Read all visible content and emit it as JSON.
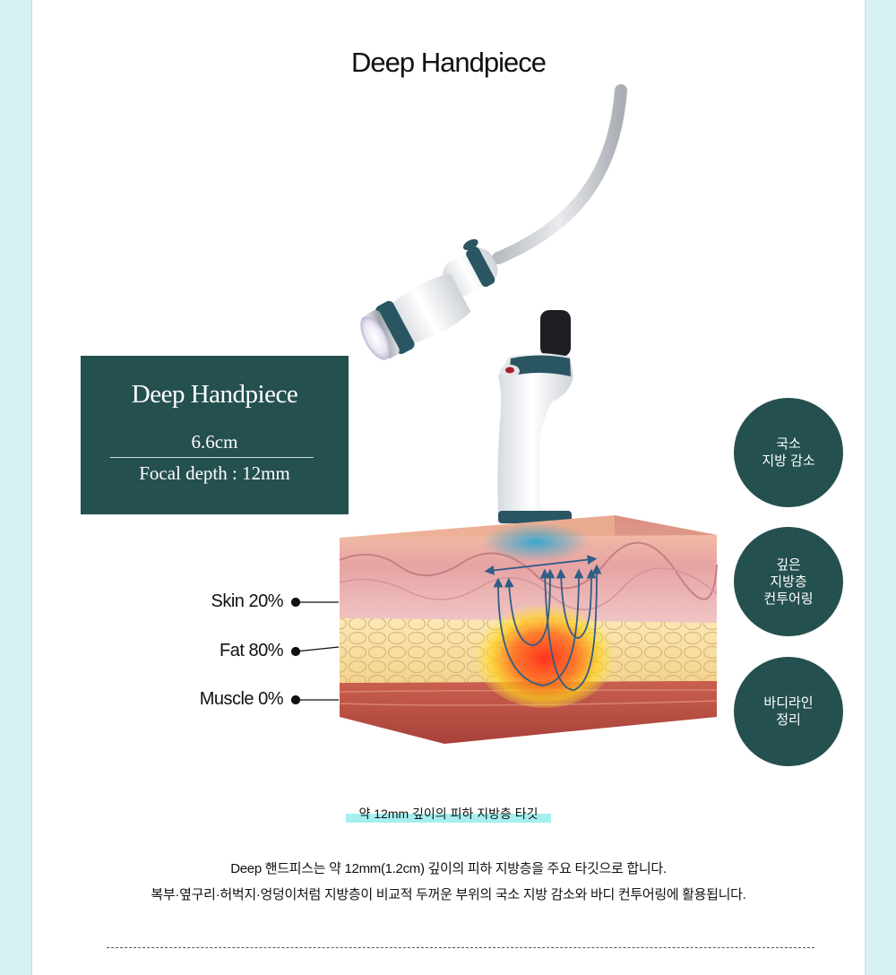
{
  "title": "Deep Handpiece",
  "spec": {
    "name": "Deep Handpiece",
    "size": "6.6cm",
    "focal_depth": "Focal depth : 12mm"
  },
  "layers": [
    {
      "label": "Skin 20%"
    },
    {
      "label": "Fat 80%"
    },
    {
      "label": "Muscle 0%"
    }
  ],
  "badges": [
    {
      "text": "국소\n지방 감소"
    },
    {
      "text": "깊은\n지방층\n컨투어링"
    },
    {
      "text": "바디라인\n정리"
    }
  ],
  "caption": "약 12mm 깊이의 피하 지방층 타깃",
  "description": [
    "Deep 핸드피스는 약 12mm(1.2cm) 깊이의 피하 지방층을 주요 타깃으로 합니다.",
    "복부·옆구리·허벅지·엉덩이처럼 지방층이 비교적 두꺼운 부위의 국소 지방 감소와 바디 컨투어링에 활용됩니다."
  ],
  "colors": {
    "brand": "#24504f",
    "highlight": "#a6efef",
    "background": "#d6f3f1"
  }
}
